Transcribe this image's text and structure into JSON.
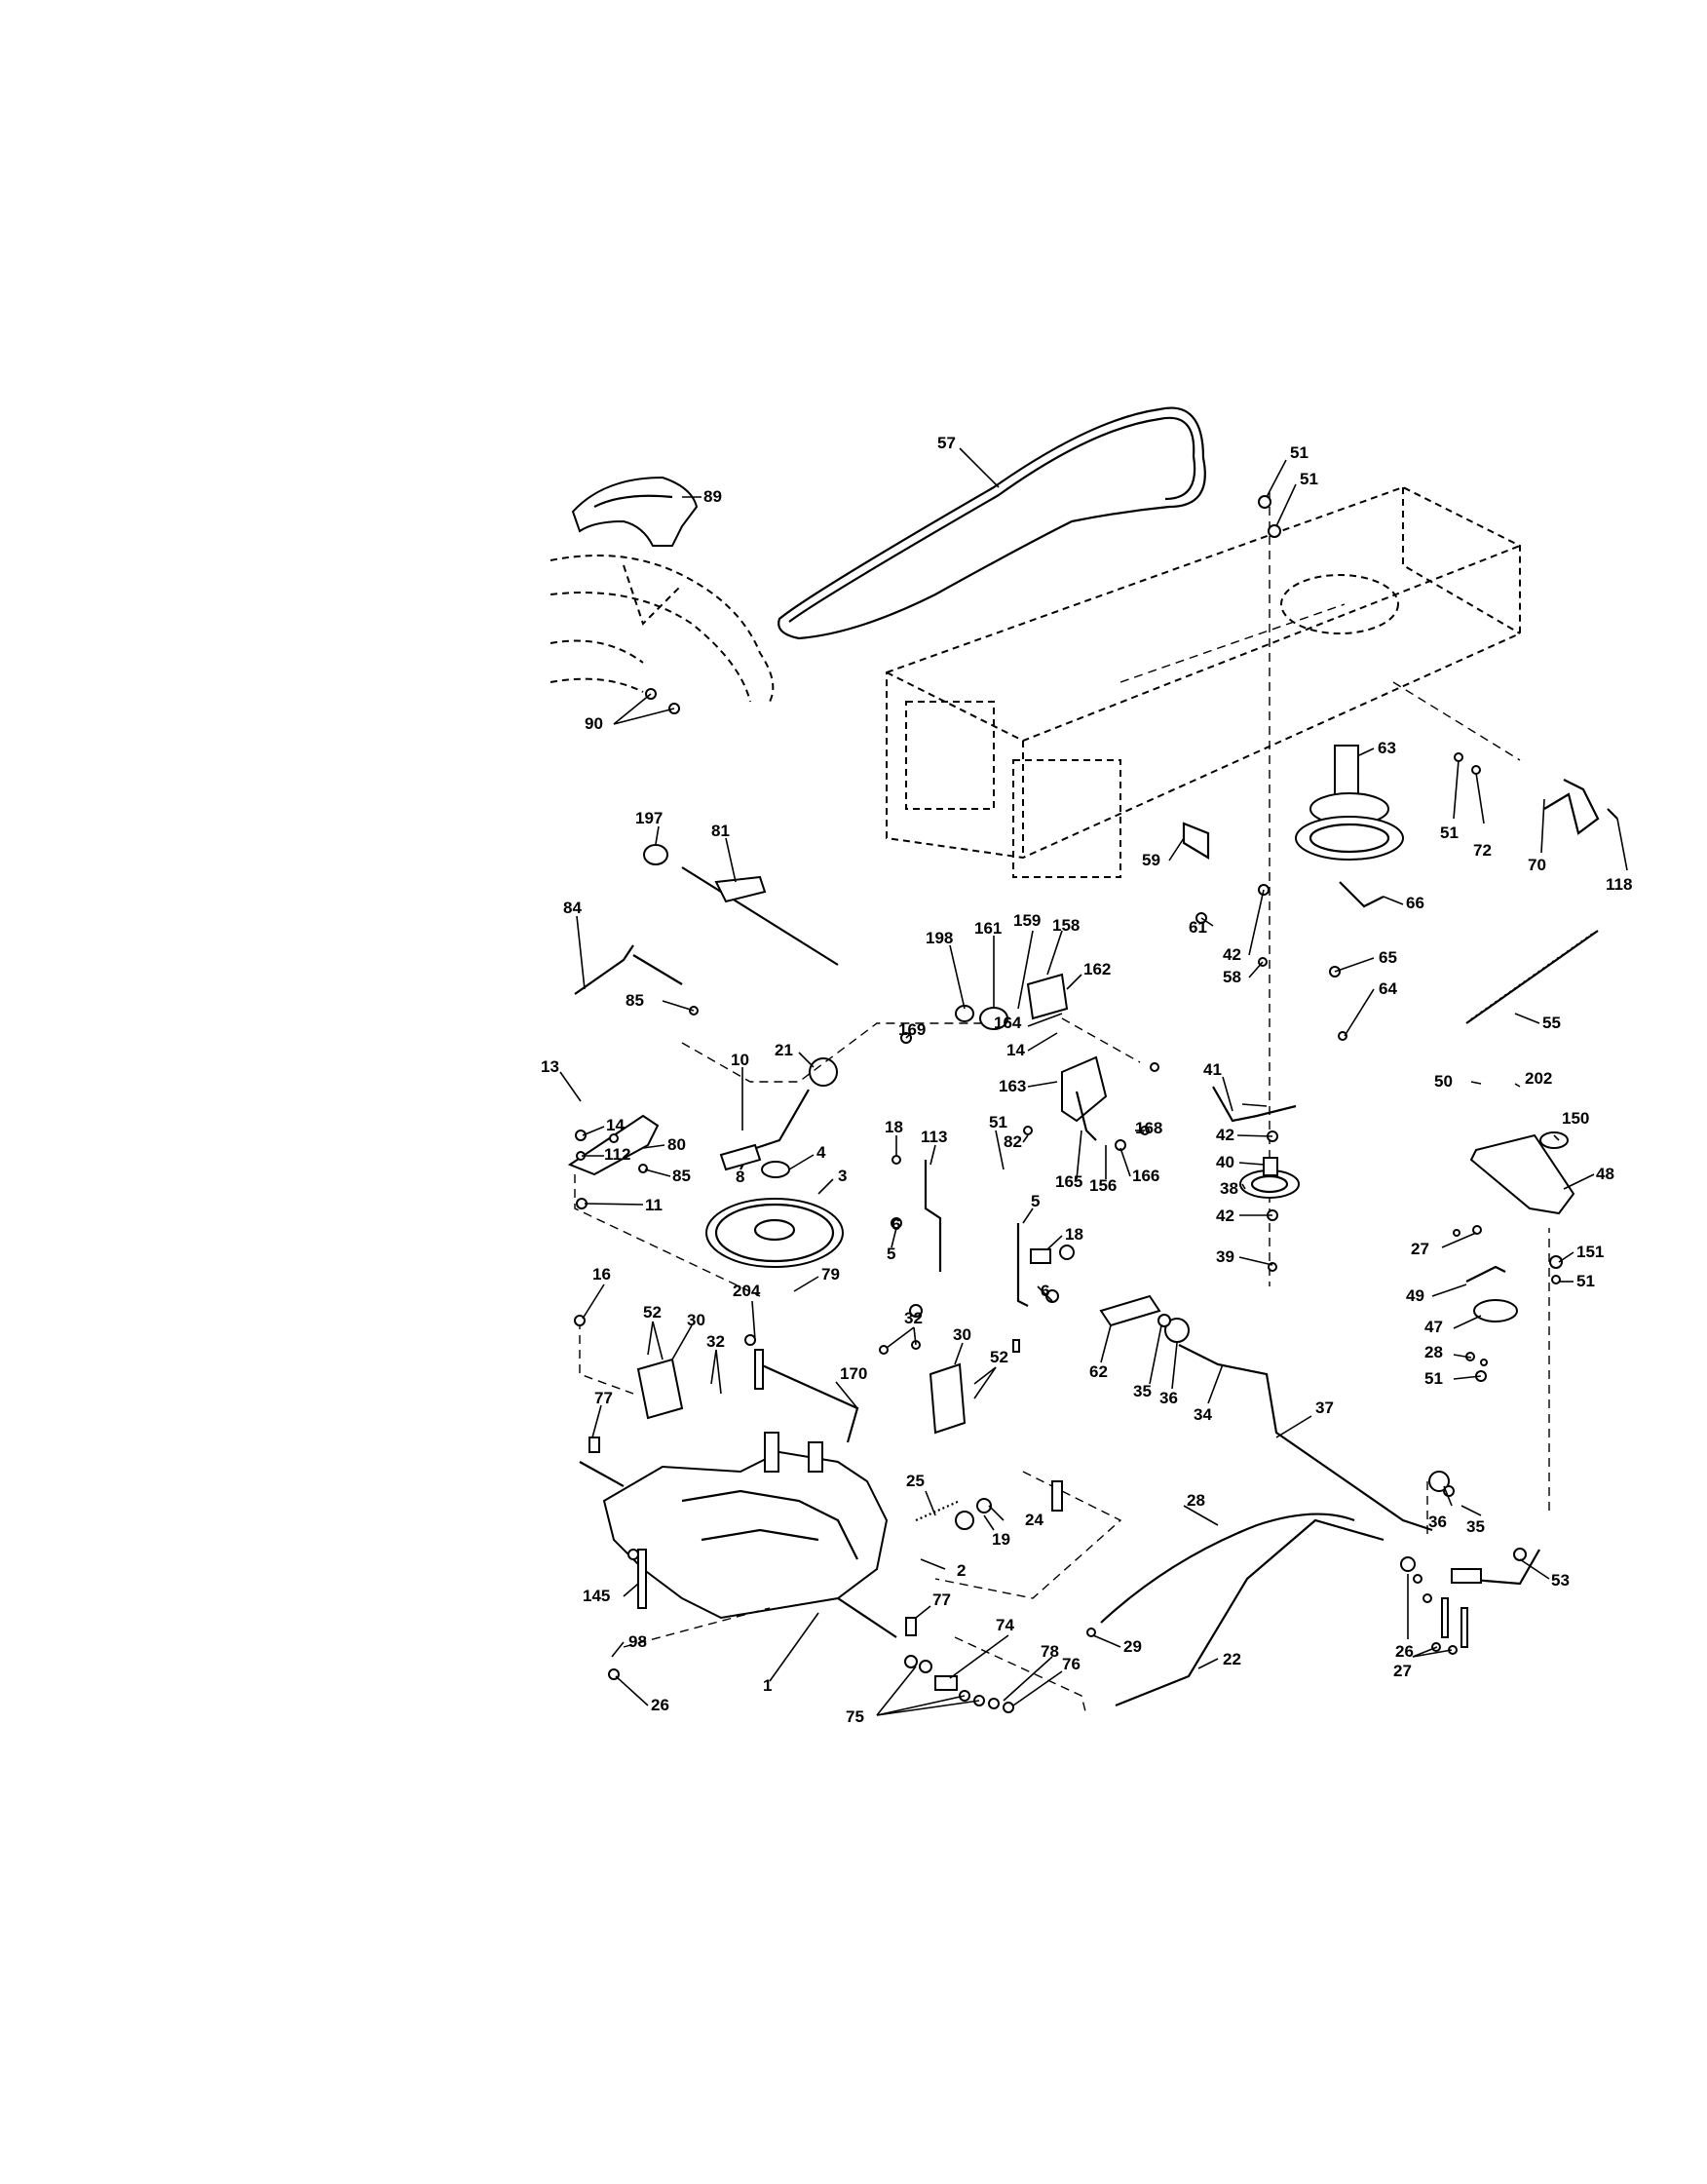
{
  "callouts": [
    {
      "id": "c57",
      "text": "57"
    },
    {
      "id": "c89",
      "text": "89"
    },
    {
      "id": "c51a",
      "text": "51"
    },
    {
      "id": "c51b",
      "text": "51"
    },
    {
      "id": "c90",
      "text": "90"
    },
    {
      "id": "c63",
      "text": "63"
    },
    {
      "id": "c51c",
      "text": "51"
    },
    {
      "id": "c72",
      "text": "72"
    },
    {
      "id": "c70",
      "text": "70"
    },
    {
      "id": "c118",
      "text": "118"
    },
    {
      "id": "c59",
      "text": "59"
    },
    {
      "id": "c61",
      "text": "61"
    },
    {
      "id": "c66",
      "text": "66"
    },
    {
      "id": "c197",
      "text": "197"
    },
    {
      "id": "c81",
      "text": "81"
    },
    {
      "id": "c84",
      "text": "84"
    },
    {
      "id": "c85a",
      "text": "85"
    },
    {
      "id": "c198",
      "text": "198"
    },
    {
      "id": "c161",
      "text": "161"
    },
    {
      "id": "c159",
      "text": "159"
    },
    {
      "id": "c158",
      "text": "158"
    },
    {
      "id": "c162",
      "text": "162"
    },
    {
      "id": "c42a",
      "text": "42"
    },
    {
      "id": "c58",
      "text": "58"
    },
    {
      "id": "c65",
      "text": "65"
    },
    {
      "id": "c64",
      "text": "64"
    },
    {
      "id": "c55",
      "text": "55"
    },
    {
      "id": "c21",
      "text": "21"
    },
    {
      "id": "c169",
      "text": "169"
    },
    {
      "id": "c164",
      "text": "164"
    },
    {
      "id": "c14a",
      "text": "14"
    },
    {
      "id": "c163",
      "text": "163"
    },
    {
      "id": "c10",
      "text": "10"
    },
    {
      "id": "c13",
      "text": "13"
    },
    {
      "id": "c14b",
      "text": "14"
    },
    {
      "id": "c112",
      "text": "112"
    },
    {
      "id": "c80",
      "text": "80"
    },
    {
      "id": "c85b",
      "text": "85"
    },
    {
      "id": "c11",
      "text": "11"
    },
    {
      "id": "c8",
      "text": "8"
    },
    {
      "id": "c41",
      "text": "41"
    },
    {
      "id": "c42b",
      "text": "42"
    },
    {
      "id": "c168",
      "text": "168"
    },
    {
      "id": "c40",
      "text": "40"
    },
    {
      "id": "c82",
      "text": "82"
    },
    {
      "id": "c165",
      "text": "165"
    },
    {
      "id": "c156",
      "text": "156"
    },
    {
      "id": "c166",
      "text": "166"
    },
    {
      "id": "c38",
      "text": "38"
    },
    {
      "id": "c42c",
      "text": "42"
    },
    {
      "id": "c39",
      "text": "39"
    },
    {
      "id": "c4",
      "text": "4"
    },
    {
      "id": "c3",
      "text": "3"
    },
    {
      "id": "c18a",
      "text": "18"
    },
    {
      "id": "c113",
      "text": "113"
    },
    {
      "id": "c51d",
      "text": "51"
    },
    {
      "id": "c5a",
      "text": "5"
    },
    {
      "id": "c5b",
      "text": "5"
    },
    {
      "id": "c18b",
      "text": "18"
    },
    {
      "id": "c6a",
      "text": "6"
    },
    {
      "id": "c6b",
      "text": "6"
    },
    {
      "id": "c79",
      "text": "79"
    },
    {
      "id": "c16",
      "text": "16"
    },
    {
      "id": "c204",
      "text": "204"
    },
    {
      "id": "c52a",
      "text": "52"
    },
    {
      "id": "c30a",
      "text": "30"
    },
    {
      "id": "c32a",
      "text": "32"
    },
    {
      "id": "c32b",
      "text": "32"
    },
    {
      "id": "c30b",
      "text": "30"
    },
    {
      "id": "c52b",
      "text": "52"
    },
    {
      "id": "c170",
      "text": "170"
    },
    {
      "id": "c62",
      "text": "62"
    },
    {
      "id": "c35a",
      "text": "35"
    },
    {
      "id": "c36a",
      "text": "36"
    },
    {
      "id": "c34",
      "text": "34"
    },
    {
      "id": "c37",
      "text": "37"
    },
    {
      "id": "c77a",
      "text": "77"
    },
    {
      "id": "c25",
      "text": "25"
    },
    {
      "id": "c19",
      "text": "19"
    },
    {
      "id": "c24",
      "text": "24"
    },
    {
      "id": "c2",
      "text": "2"
    },
    {
      "id": "c77b",
      "text": "77"
    },
    {
      "id": "c145",
      "text": "145"
    },
    {
      "id": "c98",
      "text": "98"
    },
    {
      "id": "c26a",
      "text": "26"
    },
    {
      "id": "c1",
      "text": "1"
    },
    {
      "id": "c74",
      "text": "74"
    },
    {
      "id": "c78",
      "text": "78"
    },
    {
      "id": "c76",
      "text": "76"
    },
    {
      "id": "c75",
      "text": "75"
    },
    {
      "id": "c28",
      "text": "28"
    },
    {
      "id": "c29",
      "text": "29"
    },
    {
      "id": "c22",
      "text": "22"
    },
    {
      "id": "c50",
      "text": "50"
    },
    {
      "id": "c202",
      "text": "202"
    },
    {
      "id": "c150",
      "text": "150"
    },
    {
      "id": "c48",
      "text": "48"
    },
    {
      "id": "c27a",
      "text": "27"
    },
    {
      "id": "c151",
      "text": "151"
    },
    {
      "id": "c51e",
      "text": "51"
    },
    {
      "id": "c49",
      "text": "49"
    },
    {
      "id": "c47",
      "text": "47"
    },
    {
      "id": "c28b",
      "text": "28"
    },
    {
      "id": "c51f",
      "text": "51"
    },
    {
      "id": "c36b",
      "text": "36"
    },
    {
      "id": "c35b",
      "text": "35"
    },
    {
      "id": "c53",
      "text": "53"
    },
    {
      "id": "c26b",
      "text": "26"
    },
    {
      "id": "c27b",
      "text": "27"
    }
  ]
}
